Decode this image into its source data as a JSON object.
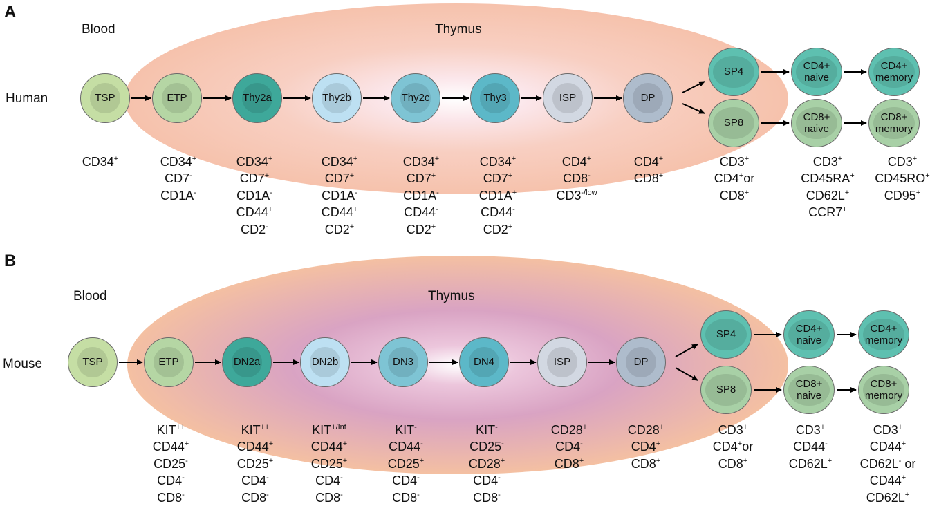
{
  "colors": {
    "thymus_a": "#f7c6b4",
    "thymus_b_outer": "#f5c2a6",
    "thymus_b_inner": "#d9a2c4",
    "tsp": "#c5dea4",
    "etp": "#b5d6a4",
    "dn2a": "#3ea89a",
    "dn2b": "#bde0f2",
    "dn3": "#7ec4d4",
    "dn4": "#5cb8c8",
    "isp": "#d2d8e2",
    "dp": "#aebccc",
    "sp4": "#5ec0b0",
    "sp8": "#a8d0a6",
    "cd4_naive": "#5ec0b0",
    "cd8_naive": "#a8d0a6"
  },
  "panels": [
    {
      "letter": "A",
      "blood_label": "Blood",
      "thymus_label": "Thymus",
      "species": "Human",
      "cells": [
        {
          "name": "TSP",
          "label": "TSP"
        },
        {
          "name": "ETP",
          "label": "ETP"
        },
        {
          "name": "Thy2a",
          "label": "Thy2a"
        },
        {
          "name": "Thy2b",
          "label": "Thy2b"
        },
        {
          "name": "Thy2c",
          "label": "Thy2c"
        },
        {
          "name": "Thy3",
          "label": "Thy3"
        },
        {
          "name": "ISP",
          "label": "ISP"
        },
        {
          "name": "DP",
          "label": "DP"
        },
        {
          "name": "SP4",
          "label": "SP4"
        },
        {
          "name": "SP8",
          "label": "SP8"
        },
        {
          "name": "CD4-naive",
          "label": "CD4+\nnaive"
        },
        {
          "name": "CD8-naive",
          "label": "CD8+\nnaive"
        },
        {
          "name": "CD4-memory",
          "label": "CD4+\nmemory"
        },
        {
          "name": "CD8-memory",
          "label": "CD8+\nmemory"
        }
      ],
      "markers": [
        [
          [
            "CD34",
            "+"
          ]
        ],
        [
          [
            "CD34",
            "+"
          ],
          [
            "CD7",
            "-"
          ],
          [
            "CD1A",
            "-"
          ]
        ],
        [
          [
            "CD34",
            "+"
          ],
          [
            "CD7",
            "+"
          ],
          [
            "CD1A",
            "-"
          ],
          [
            "CD44",
            "+"
          ],
          [
            "CD2",
            "-"
          ]
        ],
        [
          [
            "CD34",
            "+"
          ],
          [
            "CD7",
            "+"
          ],
          [
            "CD1A",
            "-"
          ],
          [
            "CD44",
            "+"
          ],
          [
            "CD2",
            "+"
          ]
        ],
        [
          [
            "CD34",
            "+"
          ],
          [
            "CD7",
            "+"
          ],
          [
            "CD1A",
            "-"
          ],
          [
            "CD44",
            "-"
          ],
          [
            "CD2",
            "+"
          ]
        ],
        [
          [
            "CD34",
            "+"
          ],
          [
            "CD7",
            "+"
          ],
          [
            "CD1A",
            "+"
          ],
          [
            "CD44",
            "-"
          ],
          [
            "CD2",
            "+"
          ]
        ],
        [
          [
            "CD4",
            "+"
          ],
          [
            "CD8",
            "-"
          ],
          [
            "CD3",
            "-/low"
          ]
        ],
        [
          [
            "CD4",
            "+"
          ],
          [
            "CD8",
            "+"
          ]
        ],
        [
          [
            "CD3",
            "+"
          ],
          [
            "CD4",
            "+",
            "or"
          ],
          [
            "CD8",
            "+"
          ]
        ],
        [
          [
            "CD3",
            "+"
          ],
          [
            "CD45RA",
            "+"
          ],
          [
            "CD62L",
            "+"
          ],
          [
            "CCR7",
            "+"
          ]
        ],
        [
          [
            "CD3",
            "+"
          ],
          [
            "CD45RO",
            "+"
          ],
          [
            "CD95",
            "+"
          ]
        ]
      ]
    },
    {
      "letter": "B",
      "blood_label": "Blood",
      "thymus_label": "Thymus",
      "species": "Mouse",
      "cells": [
        {
          "name": "TSP",
          "label": "TSP"
        },
        {
          "name": "ETP",
          "label": "ETP"
        },
        {
          "name": "DN2a",
          "label": "DN2a"
        },
        {
          "name": "DN2b",
          "label": "DN2b"
        },
        {
          "name": "DN3",
          "label": "DN3"
        },
        {
          "name": "DN4",
          "label": "DN4"
        },
        {
          "name": "ISP",
          "label": "ISP"
        },
        {
          "name": "DP",
          "label": "DP"
        },
        {
          "name": "SP4",
          "label": "SP4"
        },
        {
          "name": "SP8",
          "label": "SP8"
        },
        {
          "name": "CD4-naive",
          "label": "CD4+\nnaive"
        },
        {
          "name": "CD8-naive",
          "label": "CD8+\nnaive"
        },
        {
          "name": "CD4-memory",
          "label": "CD4+\nmemory"
        },
        {
          "name": "CD8-memory",
          "label": "CD8+\nmemory"
        }
      ],
      "markers": [
        [
          [
            "KIT",
            "++"
          ],
          [
            "CD44",
            "+"
          ],
          [
            "CD25",
            "-"
          ],
          [
            "CD4",
            "-"
          ],
          [
            "CD8",
            "-"
          ]
        ],
        [
          [
            "KIT",
            "++"
          ],
          [
            "CD44",
            "+"
          ],
          [
            "CD25",
            "+"
          ],
          [
            "CD4",
            "-"
          ],
          [
            "CD8",
            "-"
          ]
        ],
        [
          [
            "KIT",
            "+/Int"
          ],
          [
            "CD44",
            "+"
          ],
          [
            "CD25",
            "+"
          ],
          [
            "CD4",
            "-"
          ],
          [
            "CD8",
            "-"
          ]
        ],
        [
          [
            "KIT",
            "-"
          ],
          [
            "CD44",
            "-"
          ],
          [
            "CD25",
            "+"
          ],
          [
            "CD4",
            "-"
          ],
          [
            "CD8",
            "-"
          ]
        ],
        [
          [
            "KIT",
            "-"
          ],
          [
            "CD25",
            "-"
          ],
          [
            "CD28",
            "+"
          ],
          [
            "CD4",
            "-"
          ],
          [
            "CD8",
            "-"
          ]
        ],
        [
          [
            "CD28",
            "+"
          ],
          [
            "CD4",
            "-"
          ],
          [
            "CD8",
            "+"
          ]
        ],
        [
          [
            "CD28",
            "+"
          ],
          [
            "CD4",
            "+"
          ],
          [
            "CD8",
            "+"
          ]
        ],
        [
          [
            "CD3",
            "+"
          ],
          [
            "CD4",
            "+",
            "or"
          ],
          [
            "CD8",
            "+"
          ]
        ],
        [
          [
            "CD3",
            "+"
          ],
          [
            "CD44",
            "-"
          ],
          [
            "CD62L",
            "+"
          ]
        ],
        [
          [
            "CD3",
            "+"
          ],
          [
            "CD44",
            "+"
          ],
          [
            "CD62L",
            "-",
            " or"
          ],
          [
            "CD44",
            "+"
          ],
          [
            "CD62L",
            "+"
          ]
        ]
      ]
    }
  ]
}
